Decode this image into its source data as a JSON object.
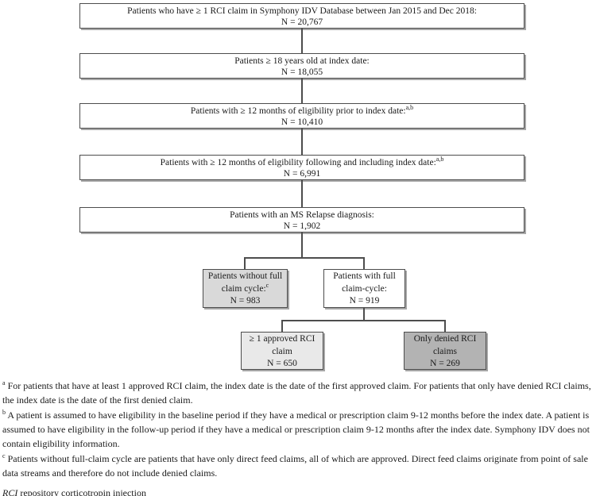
{
  "diagram": {
    "main_boxes": [
      {
        "text": "Patients who have ≥ 1 RCI claim in Symphony IDV Database between Jan 2015 and Dec 2018:",
        "n": "N = 20,767"
      },
      {
        "text": "Patients ≥ 18 years old at index date:",
        "n": "N = 18,055"
      },
      {
        "text": "Patients with ≥ 12 months of eligibility prior to index date:",
        "sup": "a,b",
        "n": "N = 10,410"
      },
      {
        "text": "Patients with ≥ 12 months of eligibility following and including index date:",
        "sup": "a,b",
        "n": "N = 6,991"
      },
      {
        "text": "Patients with an MS Relapse diagnosis:",
        "n": "N = 1,902"
      }
    ],
    "branch_boxes": [
      {
        "line1": "Patients without full",
        "line2": "claim cycle:",
        "sup": "c",
        "n": "N = 983",
        "fill": "#d9d9d9"
      },
      {
        "line1": "Patients with full",
        "line2": "claim-cycle:",
        "n": "N = 919",
        "fill": "#ffffff"
      }
    ],
    "leaf_boxes": [
      {
        "line1": "≥ 1 approved RCI",
        "line2": "claim",
        "n": "N = 650",
        "fill": "#e9e9e9"
      },
      {
        "line1": "Only denied RCI",
        "line2": "claims",
        "n": "N = 269",
        "fill": "#b3b3b3"
      }
    ],
    "colors": {
      "border": "#4d4d4d",
      "connector": "#4d4d4d",
      "shadow": "#a6a6a6"
    }
  },
  "footnotes": [
    {
      "marker": "a",
      "text": "For patients that have at least 1 approved RCI claim, the index date is the date of the first approved claim. For patients that only have denied RCI claims, the index date is the date of the first denied claim."
    },
    {
      "marker": "b",
      "text": "A patient is assumed to have eligibility in the baseline period if they have a medical or prescription claim 9-12 months before the index date. A patient is assumed to have eligibility in the follow-up period if they have a medical or prescription claim 9-12 months after the index date. Symphony IDV does not contain eligibility information."
    },
    {
      "marker": "c",
      "text": "Patients without full-claim cycle are patients that have only direct feed claims, all of which are approved. Direct feed claims originate from point of sale data streams and therefore do not include denied claims."
    }
  ],
  "abbreviation": {
    "term": "RCI",
    "definition": "repository corticotropin injection"
  }
}
